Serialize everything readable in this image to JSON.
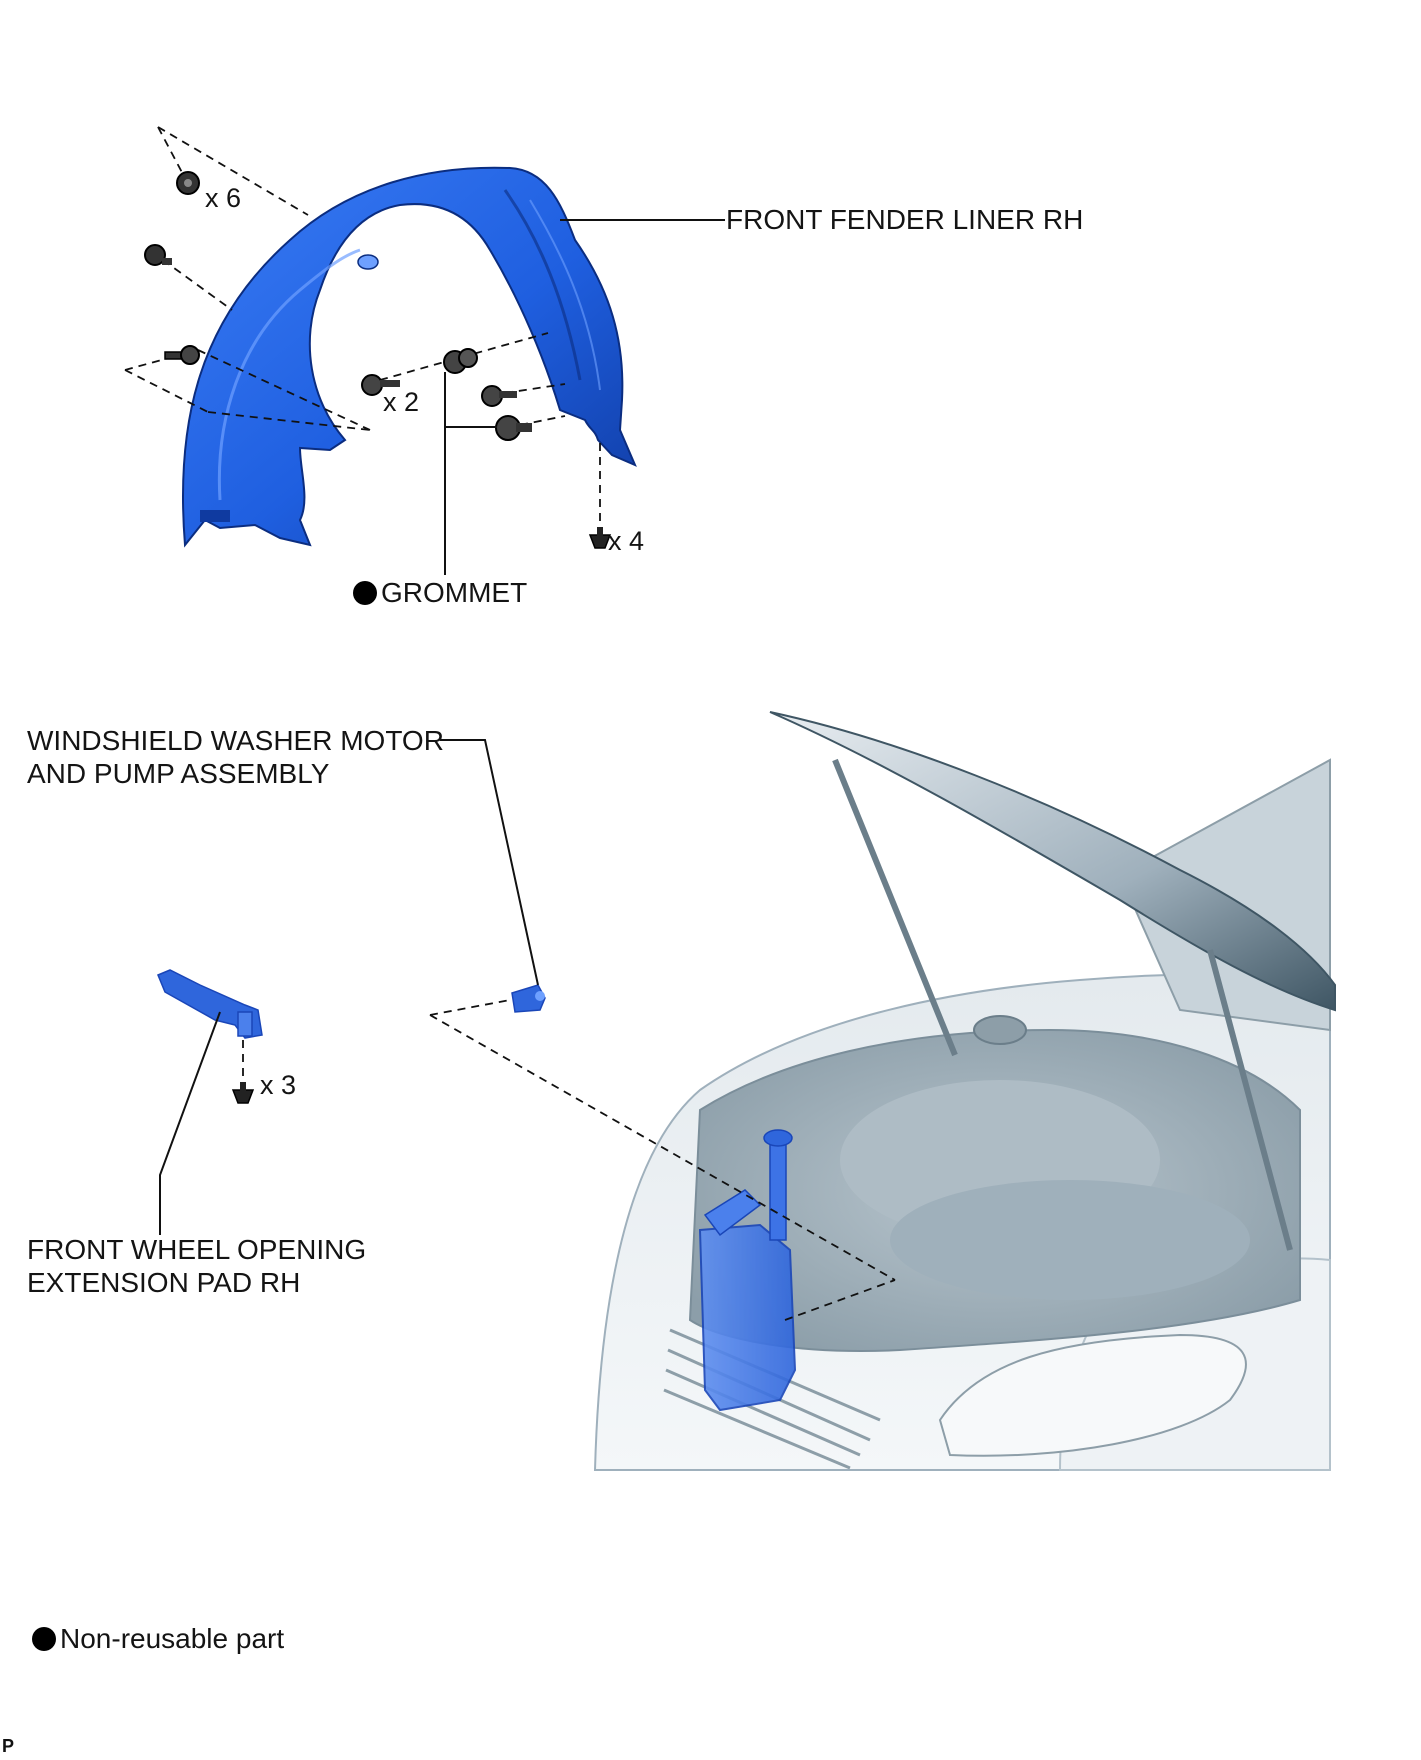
{
  "labels": {
    "front_fender_liner": "FRONT FENDER LINER RH",
    "grommet": "GROMMET",
    "washer_motor_line1": "WINDSHIELD WASHER MOTOR",
    "washer_motor_line2": "AND PUMP ASSEMBLY",
    "extension_pad_line1": "FRONT WHEEL OPENING",
    "extension_pad_line2": "EXTENSION PAD RH"
  },
  "quantities": {
    "clip_top": "x 6",
    "screw_mid": "x 2",
    "clip_bottom_right": "x 4",
    "clip_pad": "x 3"
  },
  "legend": {
    "non_reusable": "Non-reusable part"
  },
  "corner_mark": "P",
  "colors": {
    "part_highlight": "#1f5fe0",
    "part_shade": "#123fa8",
    "vehicle_body": "#cfd8de",
    "leader_line": "#111111"
  }
}
